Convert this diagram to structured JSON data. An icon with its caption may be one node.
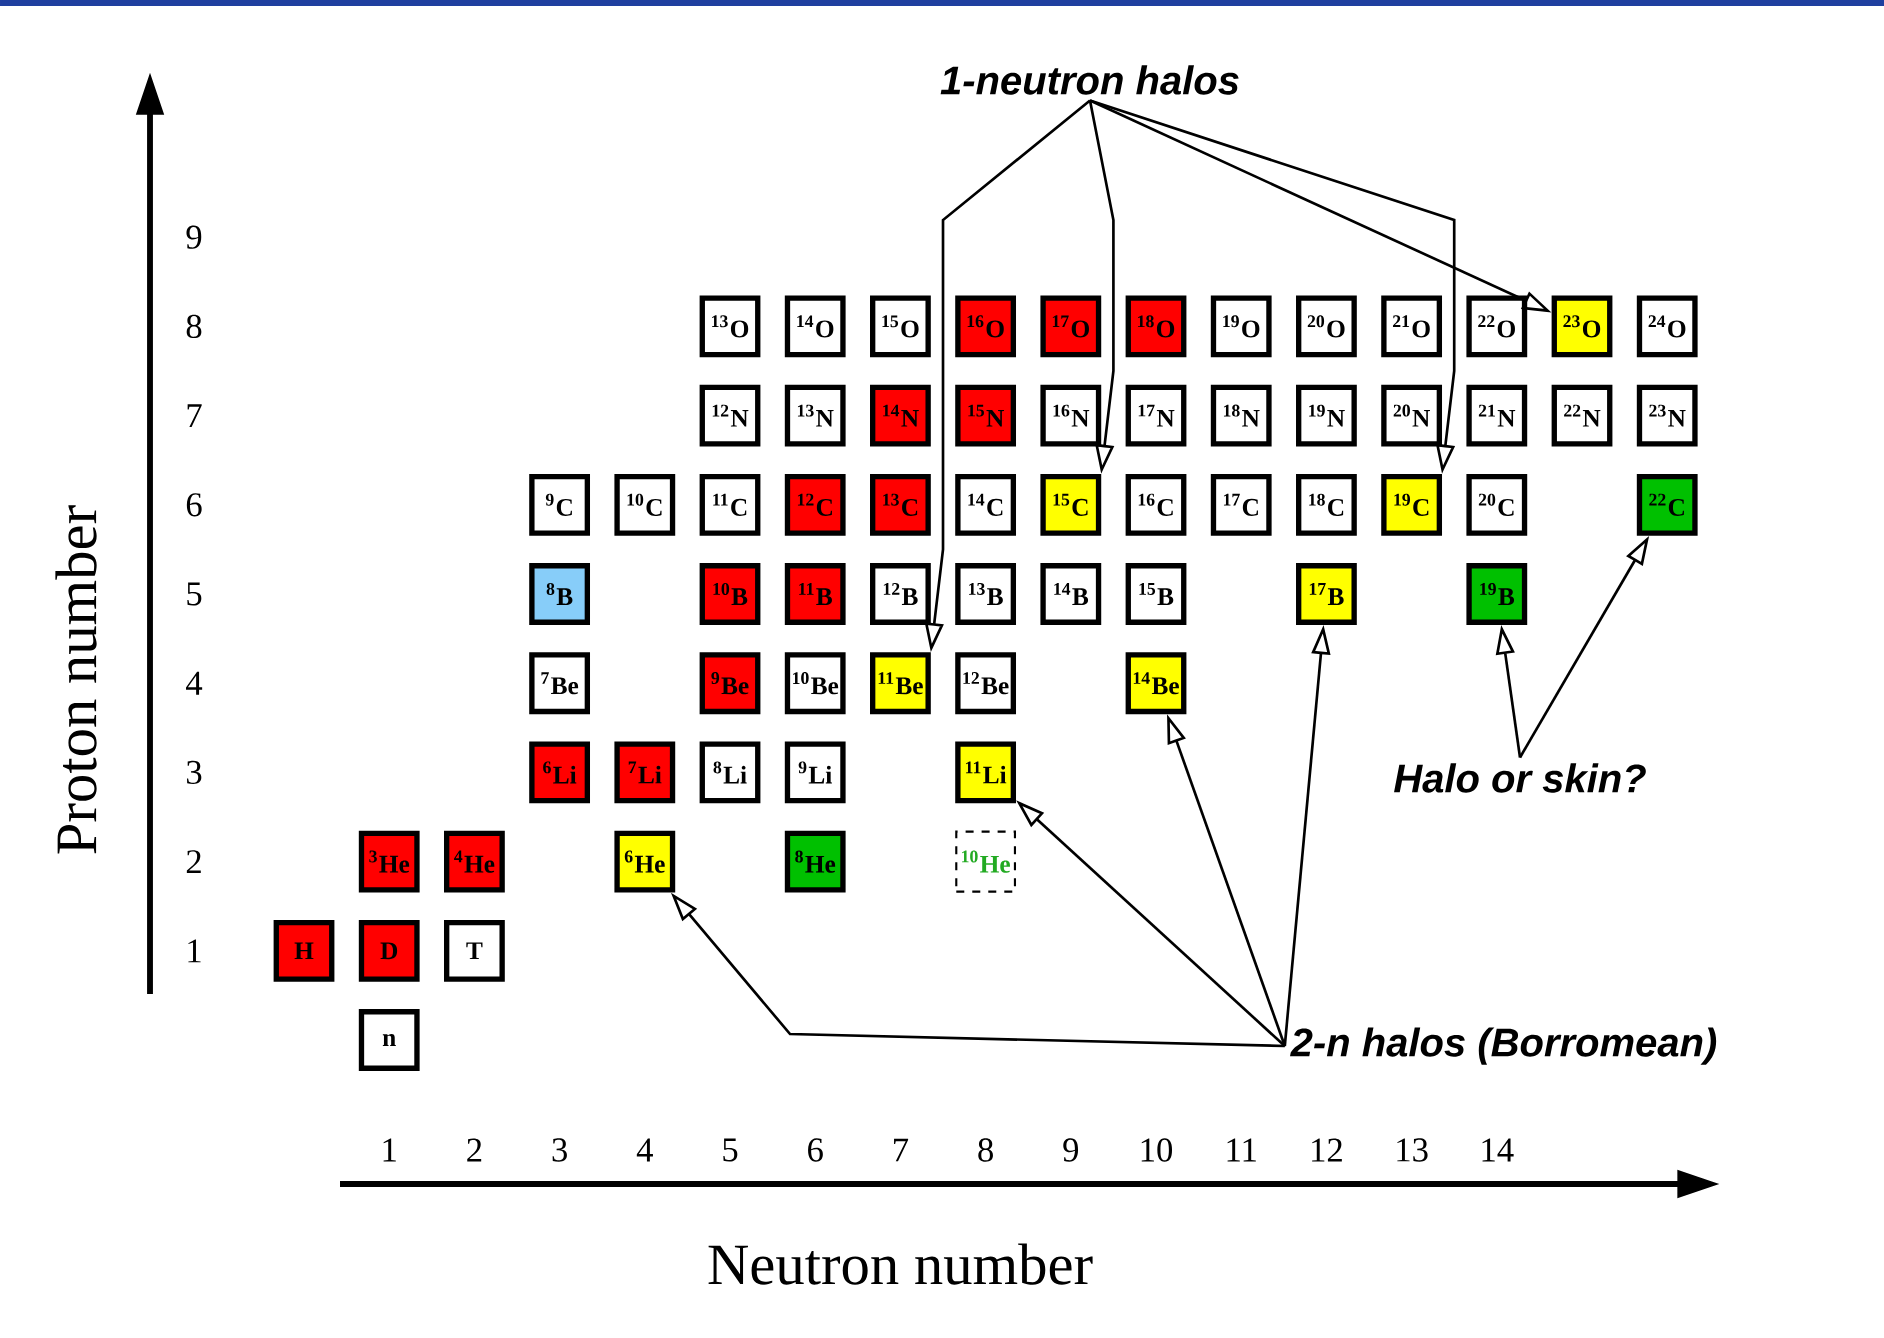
{
  "diagram": {
    "nodes": [
      {
        "text": [
          "1-neutron halos"
        ]
      },
      {
        "text": [
          "$^{13}$O"
        ]
      },
      {
        "text": [
          "$^{14}$O"
        ]
      },
      {
        "text": [
          "$^{15}$O"
        ]
      },
      {
        "text": [
          "$^{16}$O"
        ]
      },
      {
        "text": [
          "$^{17}$O"
        ]
      },
      {
        "text": [
          "$^{18}$O"
        ]
      },
      {
        "text": [
          "$^{19}$O"
        ]
      },
      {
        "text": [
          "$^{20}$O"
        ]
      },
      {
        "text": [
          "$^{21}$O"
        ]
      },
      {
        "text": [
          "$^{22}$O"
        ]
      },
      {
        "text": [
          "$^{23}$O"
        ]
      },
      {
        "text": [
          "$^{24}$O"
        ]
      },
      {
        "text": [
          "$^{12}$N"
        ]
      },
      {
        "text": [
          "$^{13}$N"
        ]
      },
      {
        "text": [
          "$^{14}$N"
        ]
      },
      {
        "text": [
          "$^{15}$N"
        ]
      },
      {
        "text": [
          "$^{16}$N"
        ]
      },
      {
        "text": [
          "$^{17}$N"
        ]
      },
      {
        "text": [
          "$^{18}$N"
        ]
      },
      {
        "text": [
          "$^{19}$N"
        ]
      },
      {
        "text": [
          "$^{20}$N"
        ]
      },
      {
        "text": [
          "$^{21}$N"
        ]
      },
      {
        "text": [
          "$^{22}$N"
        ]
      },
      {
        "text": [
          "$^{23}$N"
        ]
      },
      {
        "text": [
          "$^{9}$C"
        ]
      },
      {
        "text": [
          "$^{10}$C"
        ]
      },
      {
        "text": [
          "$^{11}$C"
        ]
      },
      {
        "text": [
          "$^{12}$C"
        ]
      },
      {
        "text": [
          "$^{13}$C"
        ]
      },
      {
        "text": [
          "$^{14}$C"
        ]
      },
      {
        "text": [
          "$^{15}$C"
        ]
      },
      {
        "text": [
          "$^{16}$C"
        ]
      },
      {
        "text": [
          "$^{17}$C"
        ]
      },
      {
        "text": [
          "$^{18}$C"
        ]
      },
      {
        "text": [
          "$^{19}$C"
        ]
      },
      {
        "text": [
          "$^{20}$C"
        ]
      },
      {
        "text": [
          "$^{22}$C"
        ]
      },
      {
        "text": [
          "$^{8}$B"
        ]
      },
      {
        "text": [
          "$^{10}$B"
        ]
      },
      {
        "text": [
          "$^{11}$B"
        ]
      },
      {
        "text": [
          "$^{12}$B"
        ]
      },
      {
        "text": [
          "$^{13}$B"
        ]
      },
      {
        "text": [
          "$^{14}$B"
        ]
      },
      {
        "text": [
          "$^{15}$B"
        ]
      },
      {
        "text": [
          "$^{17}$B"
        ]
      },
      {
        "text": [
          "$^{19}$B"
        ]
      },
      {
        "text": [
          "$^{7}$Be"
        ]
      },
      {
        "text": [
          "$^{9}$Be"
        ]
      },
      {
        "text": [
          "$^{10}$Be"
        ]
      },
      {
        "text": [
          "$^{11}$Be"
        ]
      },
      {
        "text": [
          "$^{12}$Be"
        ]
      },
      {
        "text": [
          "$^{14}$Be"
        ]
      },
      {
        "text": [
          "$^{6}$Li"
        ]
      },
      {
        "text": [
          "$^{7}$Li"
        ]
      },
      {
        "text": [
          "$^{8}$Li"
        ]
      },
      {
        "text": [
          "$^{9}$Li"
        ]
      },
      {
        "text": [
          "$^{11}$Li"
        ]
      },
      {
        "text": [
          "$^{3}$He"
        ]
      },
      {
        "text": [
          "$^{4}$He"
        ]
      },
      {
        "text": [
          "$^{6}$He"
        ]
      },
      {
        "text": [
          "$^{8}$He"
        ]
      },
      {
        "text": [
          "$^{10}$He"
        ]
      },
      {
        "text": [
          "H"
        ]
      },
      {
        "text": [
          "D"
        ]
      },
      {
        "text": [
          "T"
        ]
      },
      {
        "text": [
          "n"
        ]
      },
      {
        "text": [
          "Halo or skin?"
        ]
      },
      {
        "text": [
          "2-n halos (Borromean)"
        ]
      }
    ],
    "edges": [
      {
        "from": 0,
        "to": 50,
        "arrow": "to"
      },
      {
        "from": 0,
        "to": 31,
        "arrow": "to"
      },
      {
        "from": 0,
        "to": 35,
        "arrow": "to"
      },
      {
        "from": 0,
        "to": 11,
        "arrow": "to"
      },
      {
        "from": 68,
        "to": 60,
        "arrow": "to"
      },
      {
        "from": 68,
        "to": 57,
        "arrow": "to"
      },
      {
        "from": 68,
        "to": 52,
        "arrow": "to"
      },
      {
        "from": 68,
        "to": 45,
        "arrow": "to"
      },
      {
        "from": 67,
        "to": 46,
        "arrow": "to"
      },
      {
        "from": 67,
        "to": 37,
        "arrow": "to"
      }
    ],
    "labels": [
      "9",
      "8",
      "7",
      "6",
      "5",
      "4",
      "3",
      "2",
      "1",
      "Proton number",
      "1",
      "2",
      "3",
      "4",
      "5",
      "6",
      "7",
      "8",
      "9",
      "10",
      "11",
      "12",
      "13",
      "14",
      "Neutron number"
    ]
  }
}
